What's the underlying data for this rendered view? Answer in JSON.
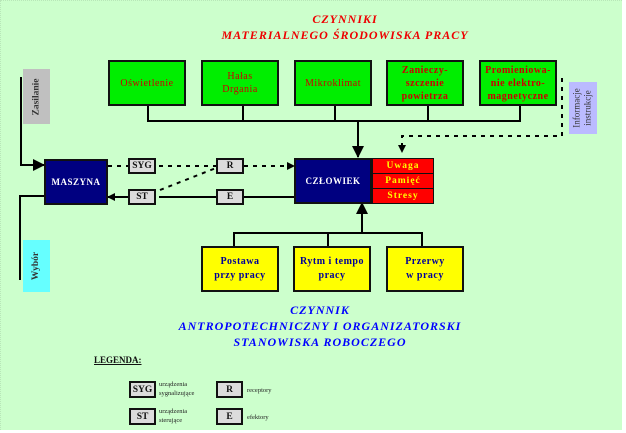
{
  "header": {
    "line1": "CZYNNIKI",
    "line2": "MATERIALNEGO ŚRODOWISKA PRACY"
  },
  "material_factors": [
    {
      "label": "Oświetlenie"
    },
    {
      "label": "Hałas\nDrgania"
    },
    {
      "label": "Mikroklimat"
    },
    {
      "label": "Zanieczy-\nszczenie\npowietrza"
    },
    {
      "label": "Promieniowa-\nnie elektro-\nmagnetyczne"
    }
  ],
  "side_labels": {
    "power": "Zasilanie",
    "choice": "Wybór",
    "info": "Informacje\ninstrukcje"
  },
  "machine": {
    "label": "MASZYNA"
  },
  "human": {
    "label": "CZŁOWIEK",
    "attributes": [
      "Uwaga",
      "Pamięć",
      "Stresy"
    ]
  },
  "devices": {
    "syg": "SYG",
    "st": "ST",
    "r": "R",
    "e": "E"
  },
  "organizational_factors": [
    {
      "label": "Postawa\nprzy pracy"
    },
    {
      "label": "Rytm i tempo\npracy"
    },
    {
      "label": "Przerwy\nw pracy"
    }
  ],
  "footer": {
    "line1": "CZYNNIK",
    "line2": "ANTROPOTECHNICZNY I ORGANIZATORSKI",
    "line3": "STANOWISKA ROBOCZEGO"
  },
  "legend": {
    "title": "LEGENDA:",
    "items": [
      {
        "code": "SYG",
        "desc": "urządzenia\nsygnalizujące"
      },
      {
        "code": "R",
        "desc": "receptory"
      },
      {
        "code": "ST",
        "desc": "urządzenia\nsterujące"
      },
      {
        "code": "E",
        "desc": "efektory"
      }
    ]
  },
  "colors": {
    "background": "#ccffcc",
    "material_box": "#00ee00",
    "organizational_box": "#ffff00",
    "machine_human_box": "#000080",
    "attribute_box": "#ff0000",
    "header_text": "#ee0000",
    "footer_text": "#0000ff"
  }
}
